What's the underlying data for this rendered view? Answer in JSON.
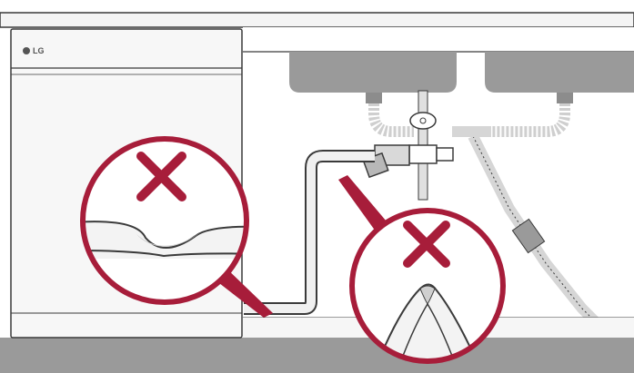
{
  "dishwasher": {
    "brand": "LG"
  },
  "colors": {
    "outline": "#3a3a3a",
    "panel": "#f2f2f2",
    "sink": "#9a9a9a",
    "hose": "#d8d8d8",
    "warning": "#a71d3a",
    "floor": "#9a9a9a"
  },
  "callouts": [
    {
      "marker": "cross-mark",
      "meaning": "incorrect"
    },
    {
      "marker": "cross-mark",
      "meaning": "incorrect"
    }
  ]
}
